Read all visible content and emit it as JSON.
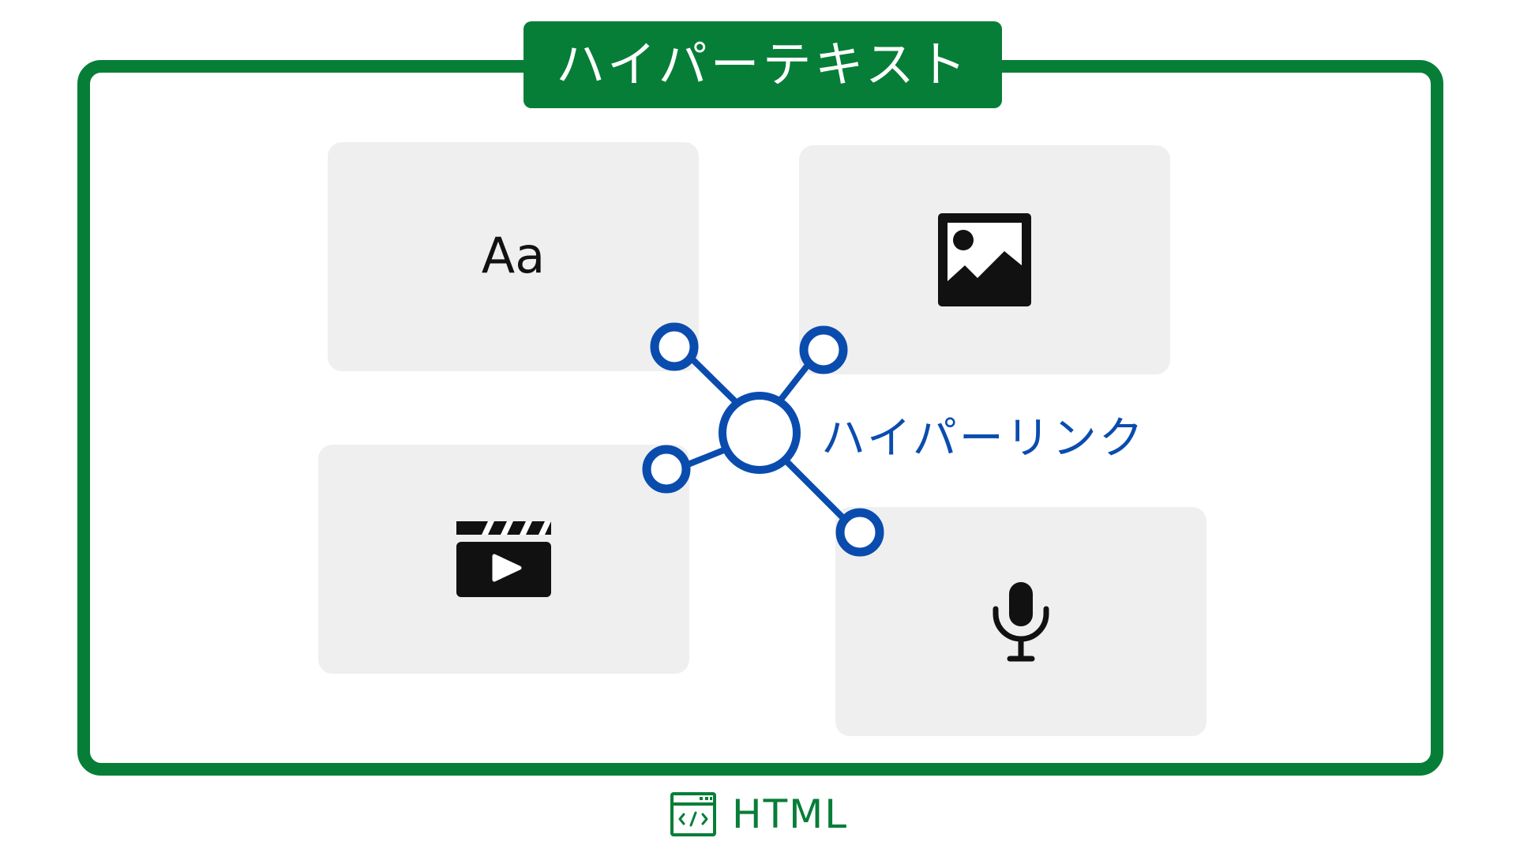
{
  "title": "ハイパーテキスト",
  "cards": {
    "text": {
      "label": "Aa",
      "icon": "text-font-icon"
    },
    "image": {
      "icon": "image-icon"
    },
    "video": {
      "icon": "video-clapperboard-icon"
    },
    "audio": {
      "icon": "microphone-icon"
    }
  },
  "hyperlink": {
    "label": "ハイパーリンク",
    "icon": "hyperlink-network-icon"
  },
  "footer": {
    "label": "HTML",
    "icon": "html-code-window-icon"
  },
  "colors": {
    "frame": "#067e37",
    "card_background": "#efefef",
    "hyperlink": "#0a4cae",
    "icon": "#111111"
  }
}
